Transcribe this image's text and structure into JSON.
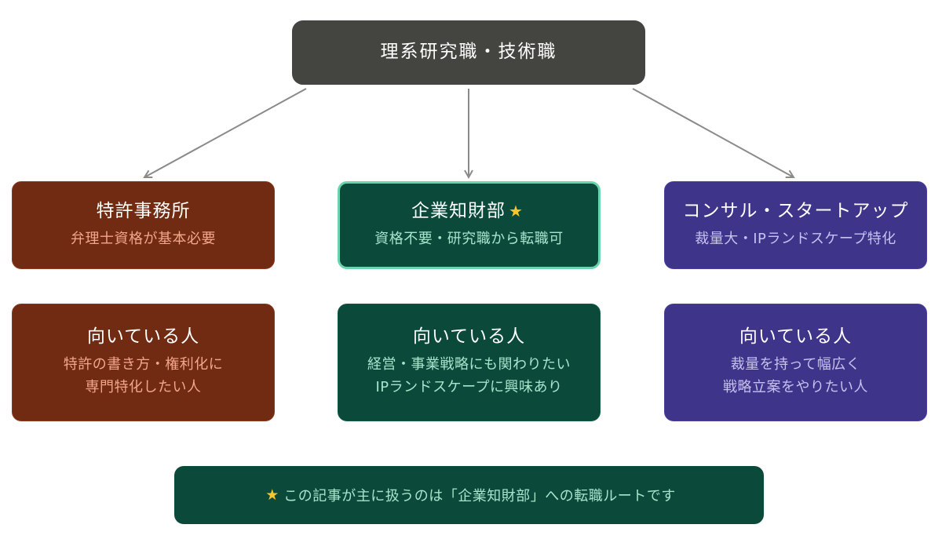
{
  "root": {
    "label": "理系研究職・技術職"
  },
  "branches": [
    {
      "title": "特許事務所",
      "subtitle": "弁理士資格が基本必要",
      "fit_title": "向いている人",
      "fit_lines": [
        "特許の書き方・権利化に",
        "専門特化したい人"
      ],
      "highlight": false
    },
    {
      "title": "企業知財部",
      "subtitle": "資格不要・研究職から転職可",
      "fit_title": "向いている人",
      "fit_lines": [
        "経営・事業戦略にも関わりたい",
        "IPランドスケープに興味あり"
      ],
      "highlight": true
    },
    {
      "title": "コンサル・スタートアップ",
      "subtitle": "裁量大・IPランドスケープ特化",
      "fit_title": "向いている人",
      "fit_lines": [
        "裁量を持って幅広く",
        "戦略立案をやりたい人"
      ],
      "highlight": false
    }
  ],
  "footer": {
    "text": "この記事が主に扱うのは「企業知財部」への転職ルートです"
  },
  "icons": {
    "highlight": "star-icon"
  },
  "colors": {
    "root": "#444440",
    "patent_office": "#712b13",
    "corporate_ip": "#0b4a3a",
    "consulting": "#3e348a",
    "highlight_border": "#6bd4ad",
    "arrow": "#8a8a86"
  }
}
